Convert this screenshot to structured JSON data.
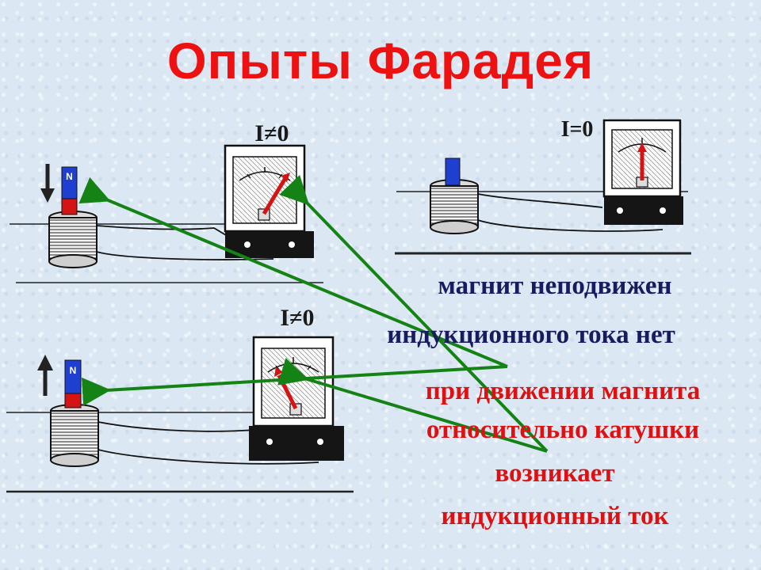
{
  "title": "Опыты Фарадея",
  "colors": {
    "title": "#ee1111",
    "caption_navy": "#1a1a5e",
    "caption_red": "#dd1111",
    "arrows": "#148214",
    "magnet_north": "#1f3fd1",
    "magnet_south": "#d41414",
    "meter_needle": "#d41414"
  },
  "experiments": [
    {
      "current_label": "I≠0",
      "magnet_motion": "down",
      "magnet_letter": "N"
    },
    {
      "current_label": "I=0",
      "magnet_motion": "none"
    },
    {
      "current_label": "I≠0",
      "magnet_motion": "up",
      "magnet_letter": "N"
    }
  ],
  "captions": [
    "магнит неподвижен",
    "индукционного тока нет",
    "при движении магнита",
    "относительно катушки",
    "возникает",
    "индукционный ток"
  ],
  "icons": [
    "coil-icon",
    "galvanometer-icon",
    "bar-magnet-icon",
    "motion-arrow-icon"
  ]
}
